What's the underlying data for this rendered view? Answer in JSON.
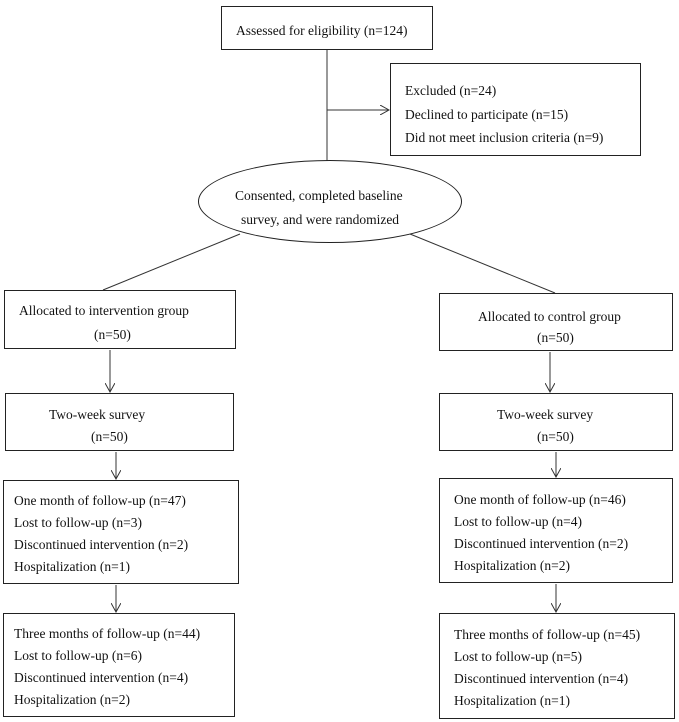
{
  "assessed": "Assessed for eligibility (n=124)",
  "excluded": {
    "line1": "Excluded (n=24)",
    "line2": "Declined to participate (n=15)",
    "line3": "Did not meet inclusion criteria (n=9)"
  },
  "randomized": {
    "line1": "Consented, completed baseline",
    "line2": "survey, and were randomized"
  },
  "intervention": {
    "allocated": {
      "line1": "Allocated to intervention group",
      "line2": "(n=50)"
    },
    "two_week": {
      "line1": "Two-week survey",
      "line2": "(n=50)"
    },
    "one_month": {
      "line1": "One month of follow-up (n=47)",
      "line2": "Lost to follow-up (n=3)",
      "line3": "Discontinued intervention (n=2)",
      "line4": "Hospitalization (n=1)"
    },
    "three_months": {
      "line1": "Three months of follow-up (n=44)",
      "line2": "Lost to follow-up (n=6)",
      "line3": "Discontinued intervention (n=4)",
      "line4": "Hospitalization (n=2)"
    }
  },
  "control": {
    "allocated": {
      "line1": "Allocated to control group",
      "line2": "(n=50)"
    },
    "two_week": {
      "line1": "Two-week survey",
      "line2": "(n=50)"
    },
    "one_month": {
      "line1": "One month of follow-up (n=46)",
      "line2": "Lost to follow-up (n=4)",
      "line3": "Discontinued intervention (n=2)",
      "line4": "Hospitalization (n=2)"
    },
    "three_months": {
      "line1": "Three months of follow-up (n=45)",
      "line2": "Lost to follow-up (n=5)",
      "line3": "Discontinued intervention (n=4)",
      "line4": "Hospitalization (n=1)"
    }
  }
}
